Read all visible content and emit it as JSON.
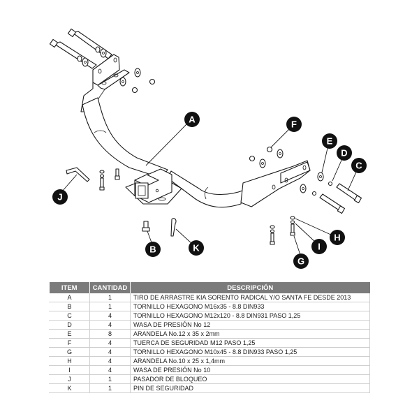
{
  "diagram": {
    "title": "Tiro de arrastre - despiece",
    "callouts": [
      {
        "id": "A",
        "label": "A"
      },
      {
        "id": "B",
        "label": "B"
      },
      {
        "id": "C",
        "label": "C"
      },
      {
        "id": "D",
        "label": "D"
      },
      {
        "id": "E",
        "label": "E"
      },
      {
        "id": "F",
        "label": "F"
      },
      {
        "id": "G",
        "label": "G"
      },
      {
        "id": "H",
        "label": "H"
      },
      {
        "id": "I",
        "label": "I"
      },
      {
        "id": "J",
        "label": "J"
      },
      {
        "id": "K",
        "label": "K"
      }
    ],
    "colors": {
      "line": "#1a1a1a",
      "callout": "#111111",
      "header": "#7b7b7b"
    }
  },
  "table": {
    "headers": {
      "item": "ITEM",
      "qty": "CANTIDAD",
      "desc": "DESCRIPCIÓN"
    },
    "rows": [
      {
        "item": "A",
        "qty": "1",
        "desc": "TIRO DE ARRASTRE KIA SORENTO RADICAL Y/O SANTA FE DESDE 2013"
      },
      {
        "item": "B",
        "qty": "1",
        "desc": "TORNILLO  HEXAGONO M16x35 - 8.8 DIN933"
      },
      {
        "item": "C",
        "qty": "4",
        "desc": "TORNILLO  HEXAGONO M12x120 - 8.8 DIN931 PASO 1,25"
      },
      {
        "item": "D",
        "qty": "4",
        "desc": "WASA DE PRESIÓN No 12"
      },
      {
        "item": "E",
        "qty": "8",
        "desc": "ARANDELA No.12 x 35 x 2mm"
      },
      {
        "item": "F",
        "qty": "4",
        "desc": "TUERCA DE SEGURIDAD M12 PASO 1,25"
      },
      {
        "item": "G",
        "qty": "4",
        "desc": "TORNILLO  HEXAGONO M10x45 - 8.8 DIN933 PASO 1,25"
      },
      {
        "item": "H",
        "qty": "4",
        "desc": "ARANDELA No.10 x 25 x 1,4mm"
      },
      {
        "item": "I",
        "qty": "4",
        "desc": "WASA DE PRESIÓN No 10"
      },
      {
        "item": "J",
        "qty": "1",
        "desc": "PASADOR DE BLOQUEO"
      },
      {
        "item": "K",
        "qty": "1",
        "desc": "PIN DE SEGURIDAD"
      }
    ]
  }
}
